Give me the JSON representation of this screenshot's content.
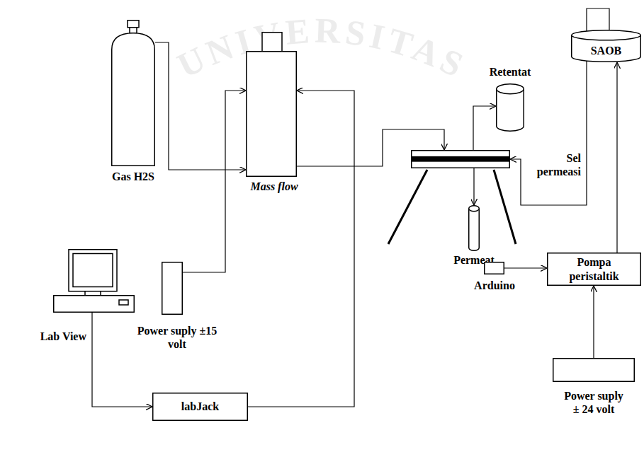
{
  "diagram": {
    "nodes": [
      {
        "text": [
          "Gas H2S"
        ]
      },
      {
        "text": [
          "Mass flow"
        ]
      },
      {
        "text": [
          "Lab View"
        ]
      },
      {
        "text": [
          "Power suply ±15 volt"
        ]
      },
      {
        "text": [
          "labJack"
        ]
      },
      {
        "text": [
          "Retentat"
        ]
      },
      {
        "text": [
          "Sel permeasi"
        ]
      },
      {
        "text": [
          "Permeat"
        ]
      },
      {
        "text": [
          "SAOB"
        ]
      },
      {
        "text": [
          "Arduino"
        ]
      },
      {
        "text": [
          "Pompa peristaltik"
        ]
      },
      {
        "text": [
          "Power suply ± 24 volt"
        ]
      }
    ],
    "edges": [
      {
        "from": 0,
        "to": 1,
        "arrow": "to"
      },
      {
        "from": 3,
        "to": 1,
        "arrow": "to"
      },
      {
        "from": 2,
        "to": 4,
        "arrow": "to"
      },
      {
        "from": 4,
        "to": 1,
        "arrow": "to"
      },
      {
        "from": 1,
        "to": 6,
        "arrow": "to"
      },
      {
        "from": 6,
        "to": 5,
        "arrow": "to"
      },
      {
        "from": 6,
        "to": 7,
        "arrow": "to"
      },
      {
        "from": 8,
        "to": 6,
        "arrow": "to"
      },
      {
        "from": 10,
        "to": 8,
        "arrow": "to"
      },
      {
        "from": 9,
        "to": 10,
        "arrow": "to"
      },
      {
        "from": 11,
        "to": 10,
        "arrow": "to"
      }
    ],
    "labels": [
      "UNIVERSITAS"
    ]
  }
}
